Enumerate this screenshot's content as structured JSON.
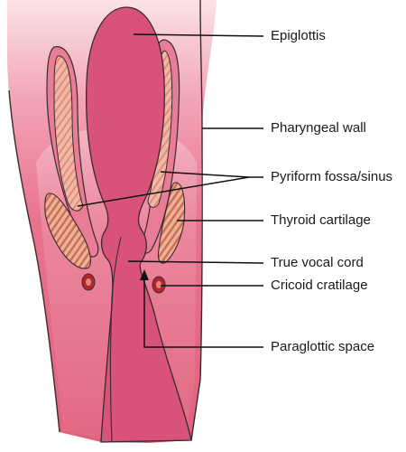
{
  "labels": {
    "epiglottis": "Epiglottis",
    "pharyngeal_wall": "Pharyngeal wall",
    "pyriform": "Pyriform fossa/sinus",
    "thyroid": "Thyroid cartilage",
    "true_vocal_cord": "True vocal cord",
    "cricoid": "Cricoid cratilage",
    "paraglottic": "Paraglottic space"
  },
  "colors": {
    "tissue_light": "#f3c3cc",
    "tissue_mid": "#eb8aa0",
    "tissue_deep": "#e0607d",
    "epiglottis_fill": "#d94f78",
    "outline": "#3a2a30",
    "cartilage": "#e7a082",
    "cartilage_stripe": "#c56a52",
    "cricoid_fill": "#b3262c",
    "leader_line": "#111111"
  }
}
